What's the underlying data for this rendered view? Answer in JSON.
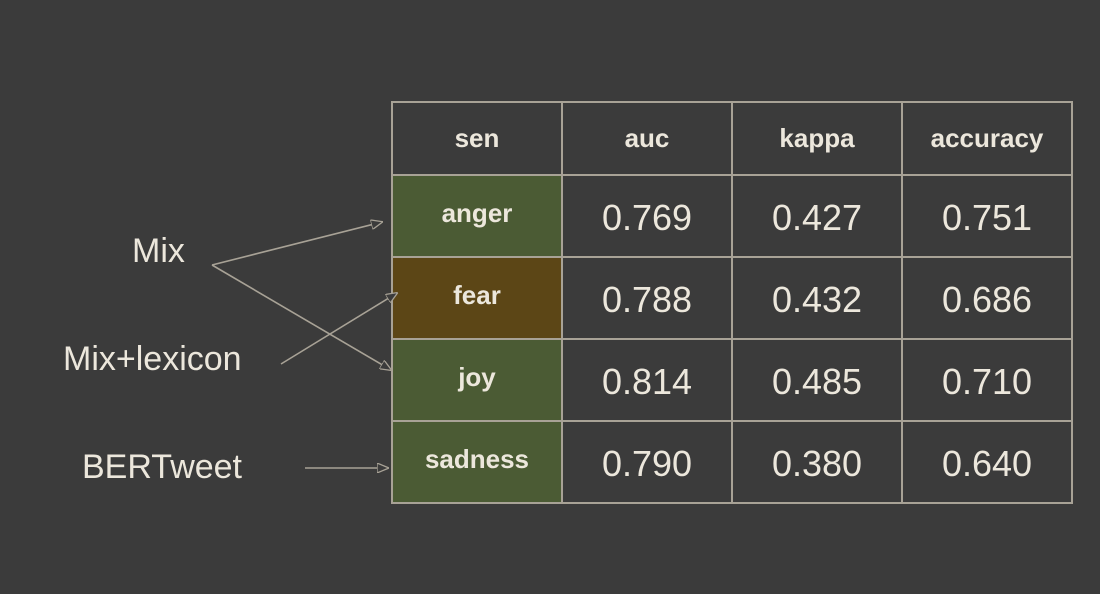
{
  "colors": {
    "background": "#3b3b3b",
    "text": "#ece7dc",
    "border": "#a8a296",
    "green_cell": "#4b5b34",
    "brown_cell": "#5c4616"
  },
  "labels": {
    "mix": "Mix",
    "mix_lexicon": "Mix+lexicon",
    "bertweet": "BERTweet"
  },
  "table": {
    "headers": [
      "sen",
      "auc",
      "kappa",
      "accuracy"
    ],
    "rows": [
      {
        "sen": "anger",
        "auc": "0.769",
        "kappa": "0.427",
        "accuracy": "0.751",
        "fill": "#4b5b34"
      },
      {
        "sen": "fear",
        "auc": "0.788",
        "kappa": "0.432",
        "accuracy": "0.686",
        "fill": "#5c4616"
      },
      {
        "sen": "joy",
        "auc": "0.814",
        "kappa": "0.485",
        "accuracy": "0.710",
        "fill": "#4b5b34"
      },
      {
        "sen": "sadness",
        "auc": "0.790",
        "kappa": "0.380",
        "accuracy": "0.640",
        "fill": "#4b5b34"
      }
    ]
  },
  "connections": [
    {
      "from": "Mix",
      "to": "anger"
    },
    {
      "from": "Mix",
      "to": "joy"
    },
    {
      "from": "Mix+lexicon",
      "to": "fear"
    },
    {
      "from": "BERTweet",
      "to": "sadness"
    }
  ]
}
